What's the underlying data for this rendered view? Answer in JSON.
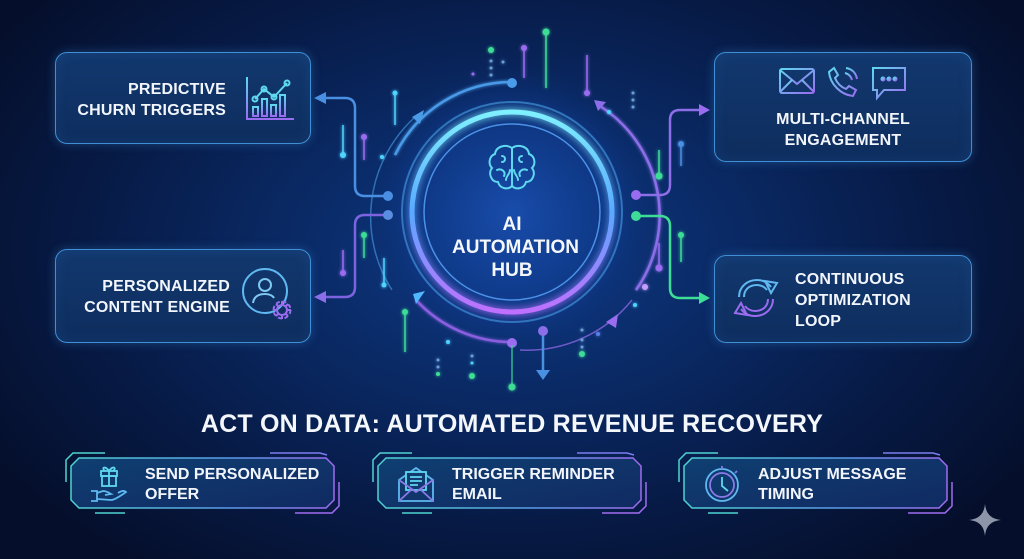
{
  "hub": {
    "icon": "brain-icon",
    "label_line1": "AI",
    "label_line2": "AUTOMATION",
    "label_line3": "HUB"
  },
  "feature_cards": [
    {
      "id": "predictive-churn-triggers",
      "line1": "PREDICTIVE",
      "line2": "CHURN TRIGGERS",
      "icon": "bar-line-chart-icon"
    },
    {
      "id": "multi-channel-engagement",
      "line1": "MULTI-CHANNEL",
      "line2": "ENGAGEMENT",
      "icons": [
        "envelope-icon",
        "phone-icon",
        "chat-bubble-icon"
      ]
    },
    {
      "id": "personalized-content-engine",
      "line1": "PERSONALIZED",
      "line2": "CONTENT ENGINE",
      "icon": "user-gear-icon"
    },
    {
      "id": "continuous-optimization-loop",
      "line1": "CONTINUOUS",
      "line2": "OPTIMIZATION",
      "line3": "LOOP",
      "icon": "refresh-cycle-icon"
    }
  ],
  "section_title": "ACT ON DATA: AUTOMATED REVENUE RECOVERY",
  "actions": [
    {
      "line1": "SEND PERSONALIZED",
      "line2": "OFFER",
      "icon": "gift-hand-icon"
    },
    {
      "line1": "TRIGGER REMINDER",
      "line2": "EMAIL",
      "icon": "open-envelope-icon"
    },
    {
      "line1": "ADJUST MESSAGE",
      "line2": "TIMING",
      "icon": "clock-icon"
    }
  ],
  "colors": {
    "background": "#071a45",
    "card_border": "#3f8fd6",
    "cyan": "#4fd3ff",
    "blue": "#4a90e2",
    "purple": "#9a6cf0",
    "green": "#3ddc97",
    "text": "#f2f6fc"
  },
  "watermark_icon": "sparkle-icon"
}
